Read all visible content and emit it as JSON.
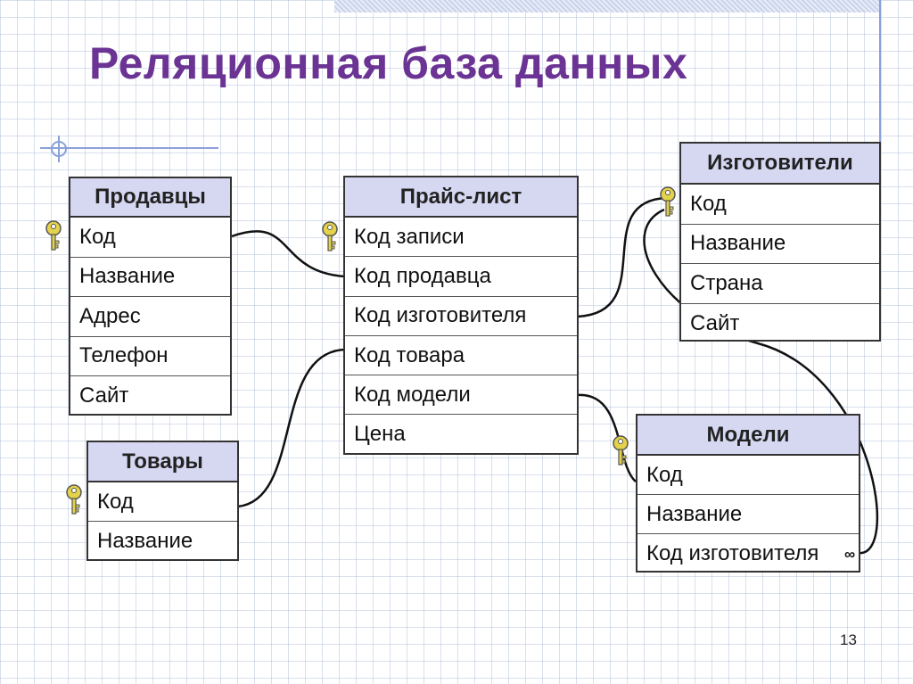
{
  "slide": {
    "title": "Реляционная база данных",
    "page_number": "13",
    "infinity_symbol": "∞"
  },
  "tables": {
    "prodavtsy": {
      "title": "Продавцы",
      "fields": [
        "Код",
        "Название",
        "Адрес",
        "Телефон",
        "Сайт"
      ]
    },
    "tovary": {
      "title": "Товары",
      "fields": [
        "Код",
        "Название"
      ]
    },
    "price": {
      "title": "Прайс-лист",
      "fields": [
        "Код записи",
        "Код продавца",
        "Код изготовителя",
        "Код товара",
        "Код модели",
        "Цена"
      ]
    },
    "izgotoviteli": {
      "title": "Изготовители",
      "fields": [
        "Код",
        "Название",
        "Страна",
        "Сайт"
      ]
    },
    "modeli": {
      "title": "Модели",
      "fields": [
        "Код",
        "Название",
        "Код изготовителя"
      ]
    }
  },
  "colors": {
    "title": "#6b3494",
    "header_fill": "#d6d8f2",
    "key_fill": "#e3d24a"
  },
  "icons": [
    "key-icon"
  ]
}
